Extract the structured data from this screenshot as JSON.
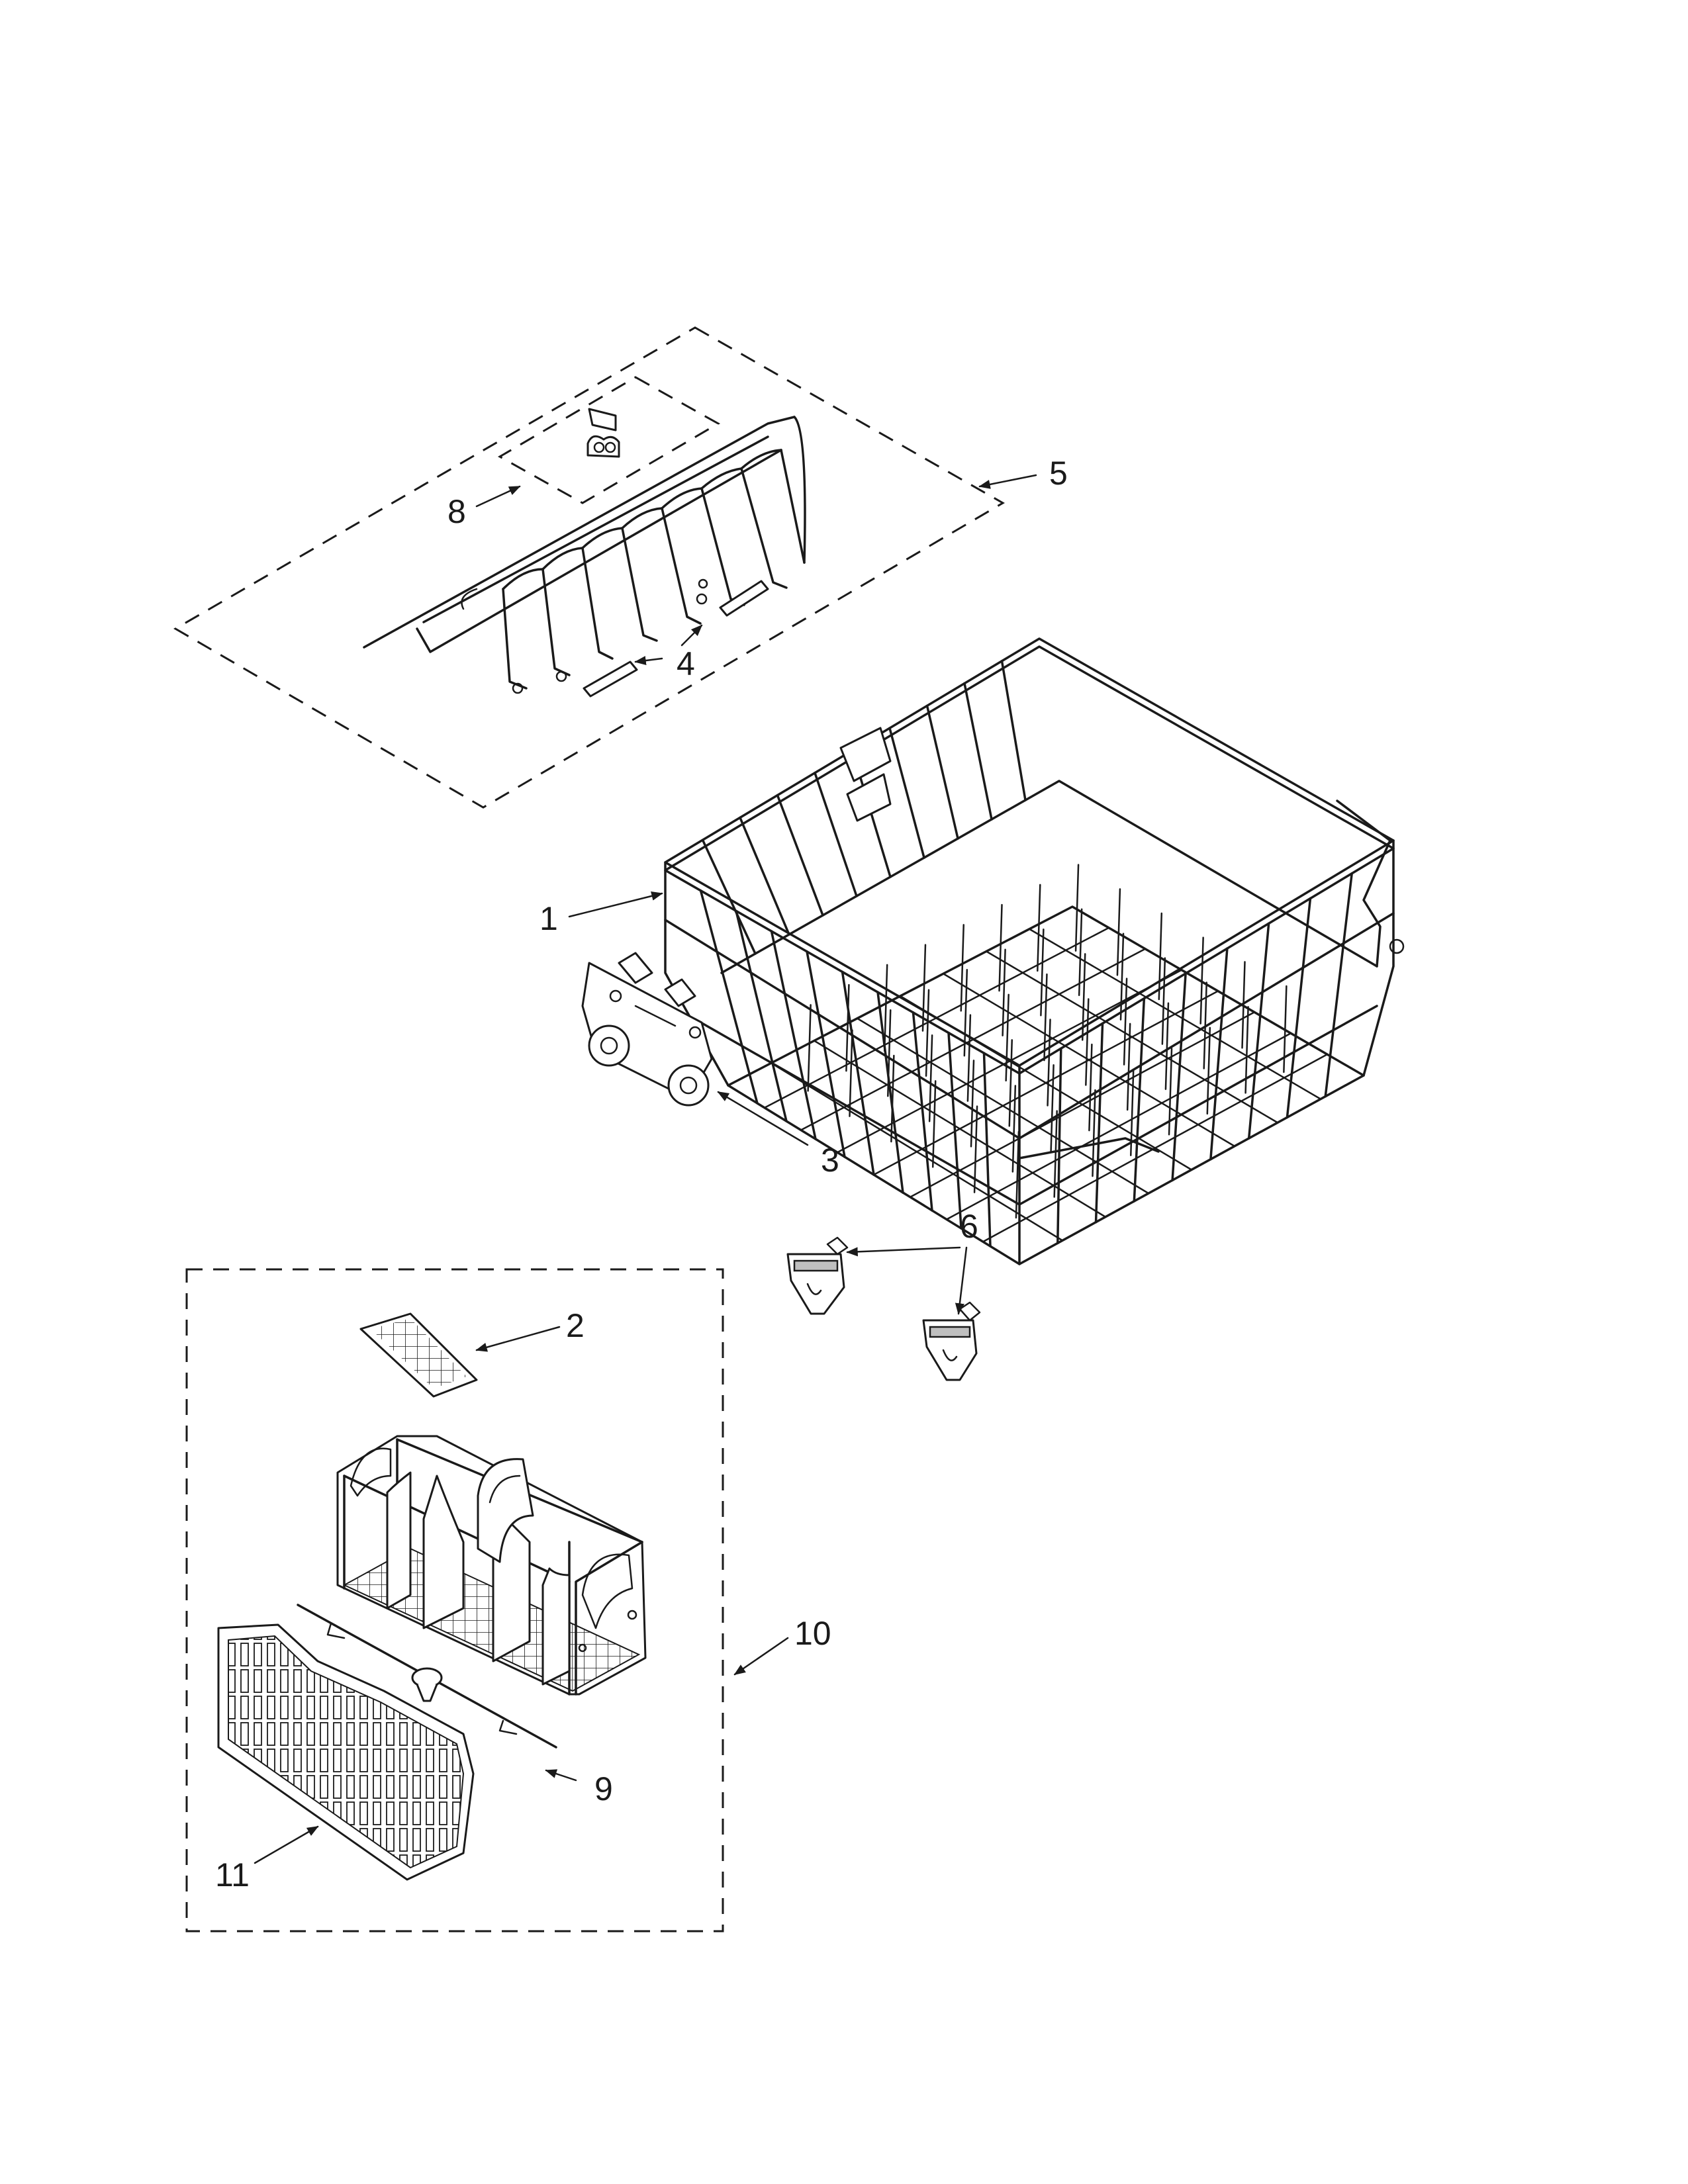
{
  "diagram": {
    "callouts": {
      "rack": "1",
      "spray_insert": "2",
      "rack_roller": "3",
      "tine_pivot": "4",
      "tine_assembly": "5",
      "rack_stop": "6",
      "tine_clip": "8",
      "basket_hinge": "9",
      "silverware_basket": "10",
      "basket_cover": "11"
    },
    "colors": {
      "line": "#1a1a1a",
      "background": "#ffffff"
    }
  }
}
